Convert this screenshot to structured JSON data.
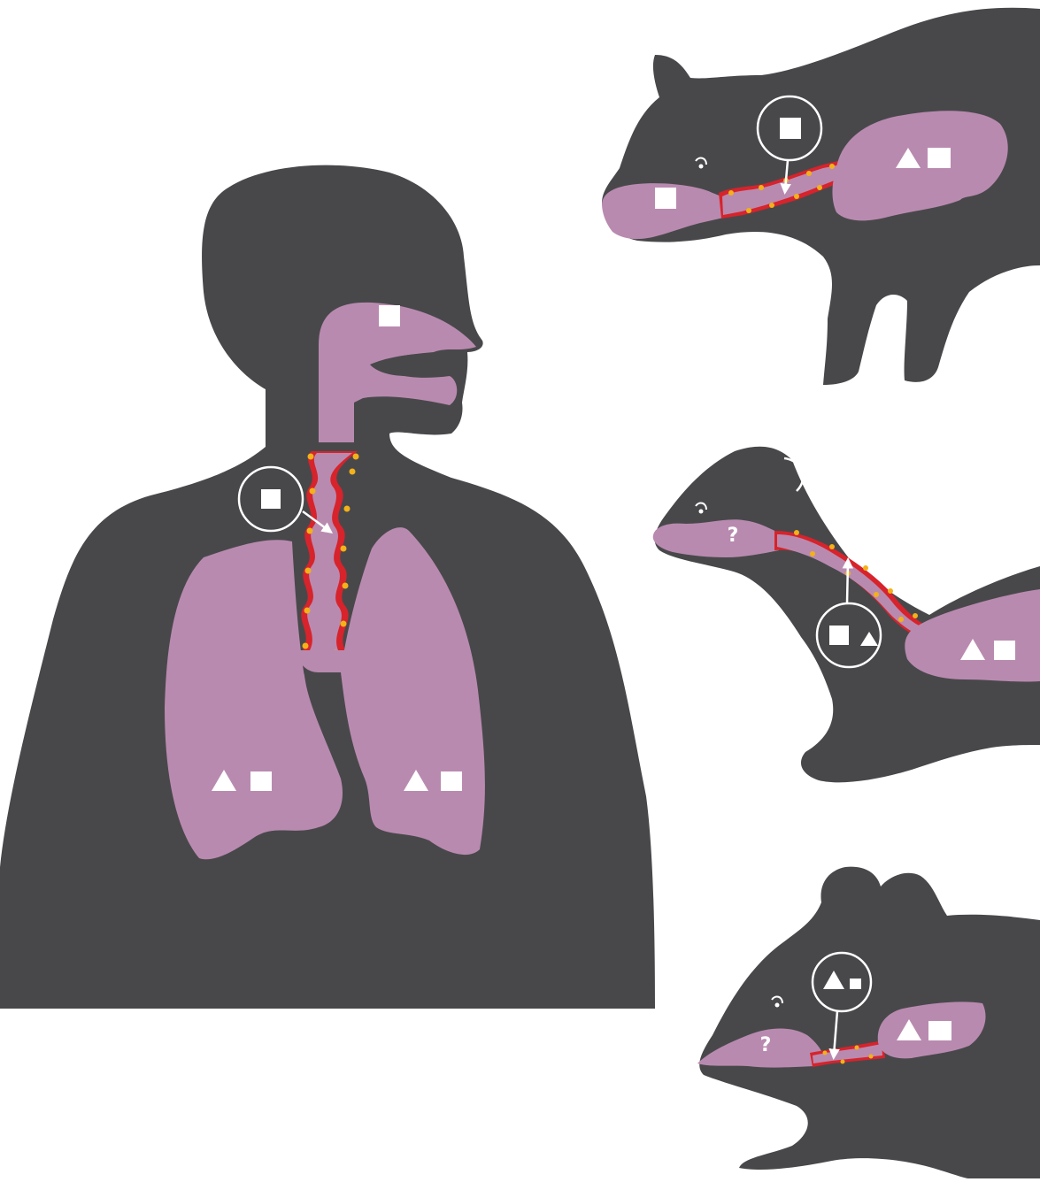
{
  "colors": {
    "background": "#ffffff",
    "silhouette": "#48484b",
    "tissue": "#b98aaf",
    "receptor_outline": "#d7232b",
    "receptor_dots": "#f3b11a",
    "marker": "#ffffff"
  },
  "icons": {
    "square": "filled-square-icon",
    "triangle": "filled-triangle-icon",
    "unknown": "question-mark-icon",
    "arrow": "arrow-icon"
  },
  "question_mark": "?",
  "panels": [
    {
      "subject": "human",
      "upper_airway": [
        "square"
      ],
      "trachea_callout": [
        "square"
      ],
      "left_lung": [
        "triangle",
        "square"
      ],
      "right_lung": [
        "triangle",
        "square"
      ]
    },
    {
      "subject": "pig",
      "upper_airway": [
        "square"
      ],
      "trachea_callout": [
        "square"
      ],
      "lungs": [
        "triangle",
        "square"
      ]
    },
    {
      "subject": "ferret",
      "upper_airway": [
        "unknown"
      ],
      "trachea_callout": [
        "square",
        "triangle"
      ],
      "lungs": [
        "triangle",
        "square"
      ]
    },
    {
      "subject": "mouse",
      "upper_airway": [
        "unknown"
      ],
      "trachea_callout": [
        "triangle",
        "square"
      ],
      "lungs": [
        "triangle",
        "square"
      ]
    }
  ]
}
